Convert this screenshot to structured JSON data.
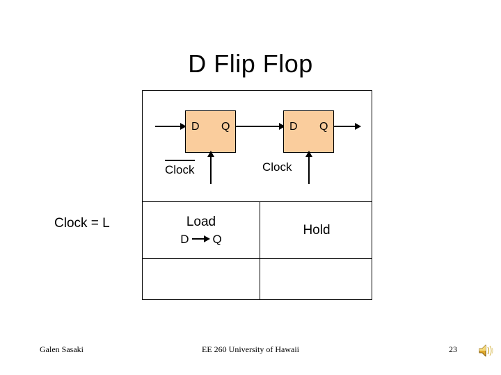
{
  "slide": {
    "title": "D Flip Flop"
  },
  "row_label": {
    "clock_low": "Clock = L"
  },
  "diagram": {
    "flipflop_1": {
      "pin_d": "D",
      "pin_q": "Q",
      "clock_label": "Clock",
      "clock_inverted": true
    },
    "flipflop_2": {
      "pin_d": "D",
      "pin_q": "Q",
      "clock_label": "Clock",
      "clock_inverted": false
    },
    "box_fill_color": "#FACD9D",
    "line_color": "#000000"
  },
  "table": {
    "rows": [
      {
        "name": "diagram-row",
        "left_cell": "",
        "right_cell": ""
      },
      {
        "name": "state-row",
        "left_cell_title": "Load",
        "left_cell_sub_from": "D",
        "left_cell_sub_to": "Q",
        "right_cell_title": "Hold"
      },
      {
        "name": "blank-row",
        "left_cell": "",
        "right_cell": ""
      }
    ]
  },
  "footer": {
    "author": "Galen Sasaki",
    "center": "EE 260 University of Hawaii",
    "page": "23",
    "sound_icon": "speaker-icon"
  }
}
